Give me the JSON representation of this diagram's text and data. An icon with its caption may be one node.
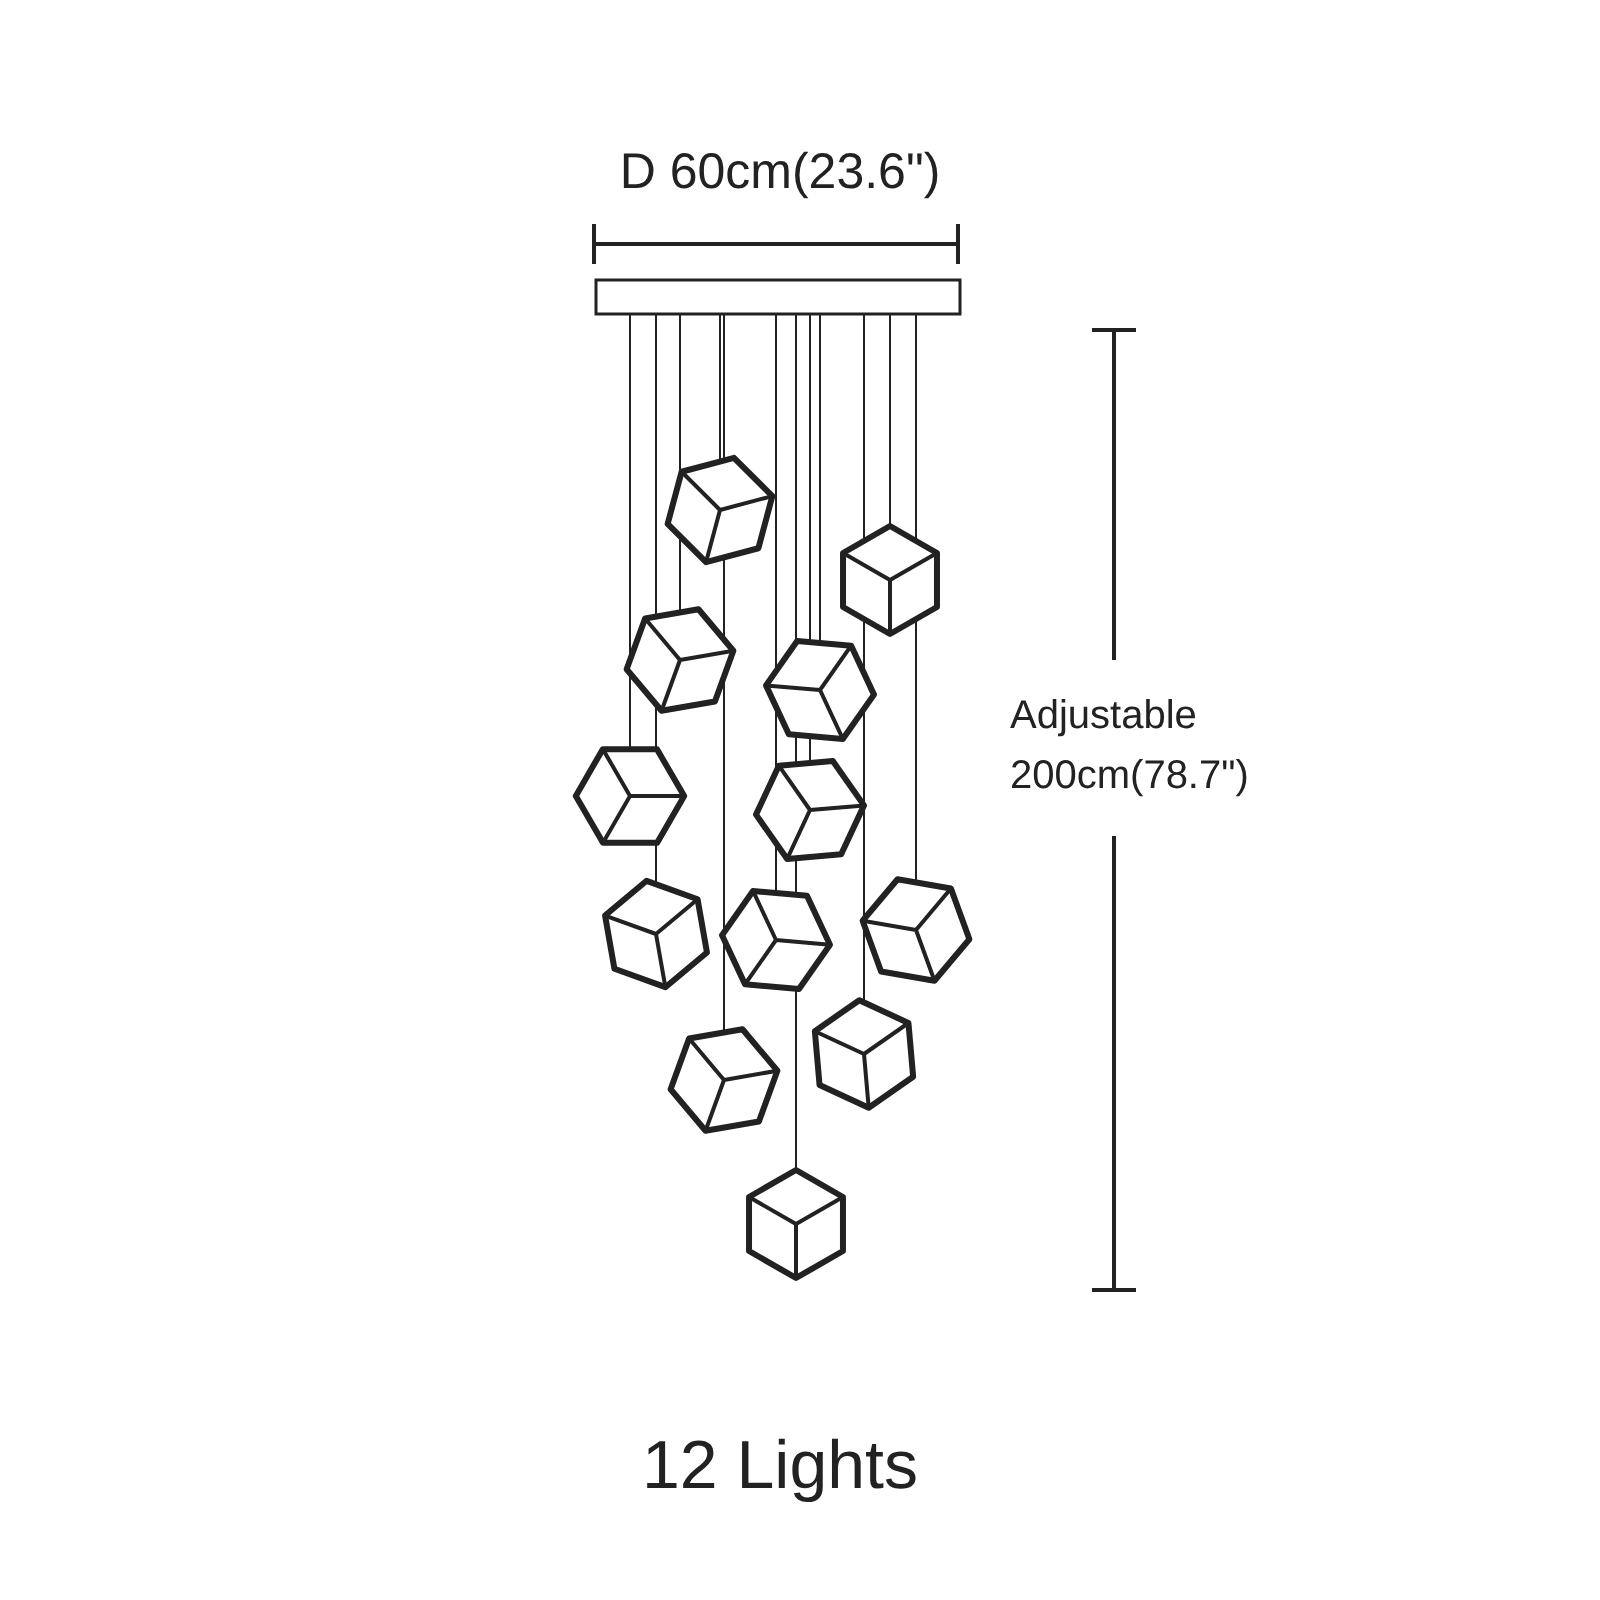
{
  "diagram": {
    "caption": "12 Lights",
    "labels": [
      "D 60cm(23.6\")",
      "Adjustable 200cm(78.7\")"
    ]
  }
}
